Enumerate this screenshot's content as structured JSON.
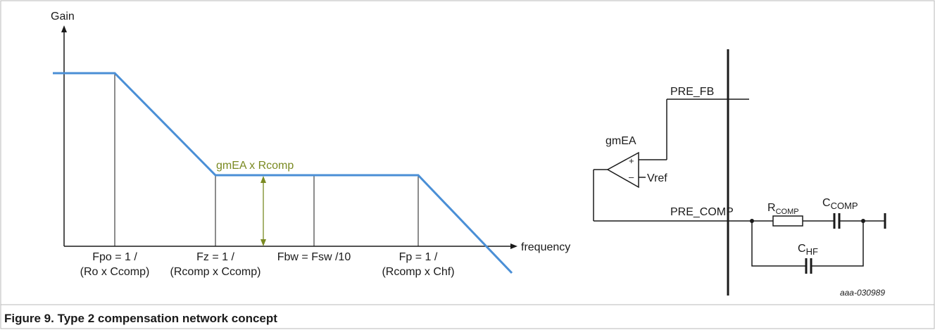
{
  "figure": {
    "caption": "Figure 9.  Type 2 compensation network concept",
    "reference_id": "aaa-030989"
  },
  "bode_plot": {
    "y_axis_label": "Gain",
    "x_axis_label": "frequency",
    "plateau_label": "gmEA x Rcomp",
    "ticks": [
      {
        "line1": "Fpo = 1 /",
        "line2": "(Ro x Ccomp)"
      },
      {
        "line1": "Fz = 1 /",
        "line2": "(Rcomp x Ccomp)"
      },
      {
        "line1": "Fbw = Fsw /10",
        "line2": ""
      },
      {
        "line1": "Fp = 1 /",
        "line2": "(Rcomp x Chf)"
      }
    ],
    "curve_color": "#4a8fd6",
    "plateau_label_color": "#7a8a22"
  },
  "schematic": {
    "amp_label": "gmEA",
    "plus_sign": "+",
    "minus_sign": "–",
    "vref_label": "Vref",
    "pre_fb_label": "PRE_FB",
    "pre_comp_label": "PRE_COMP",
    "rcomp": {
      "main": "R",
      "sub": "COMP"
    },
    "ccomp": {
      "main": "C",
      "sub": "COMP"
    },
    "chf": {
      "main": "C",
      "sub": "HF"
    }
  }
}
